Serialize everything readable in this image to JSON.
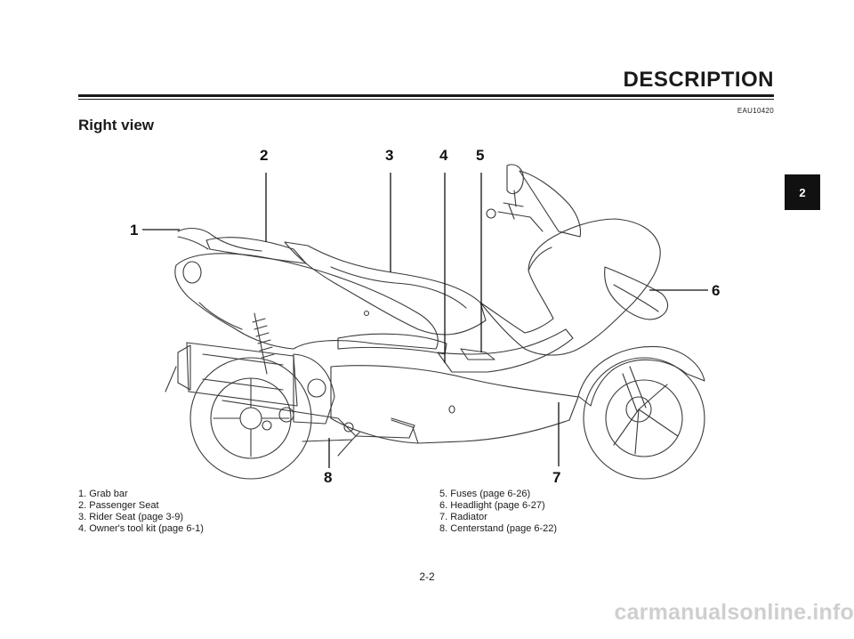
{
  "header": {
    "title": "DESCRIPTION",
    "code": "EAU10420"
  },
  "section": {
    "title": "Right view"
  },
  "chapter_tab": "2",
  "callouts": [
    "1",
    "2",
    "3",
    "4",
    "5",
    "6",
    "7",
    "8"
  ],
  "legend": {
    "left": [
      "1. Grab bar",
      "2. Passenger Seat",
      "3. Rider Seat (page 3-9)",
      "4. Owner's tool kit (page 6-1)"
    ],
    "right": [
      "5. Fuses (page 6-26)",
      "6. Headlight (page 6-27)",
      "7. Radiator",
      "8. Centerstand (page 6-22)"
    ]
  },
  "page_number": "2-2",
  "watermark": "carmanualsonline.info"
}
